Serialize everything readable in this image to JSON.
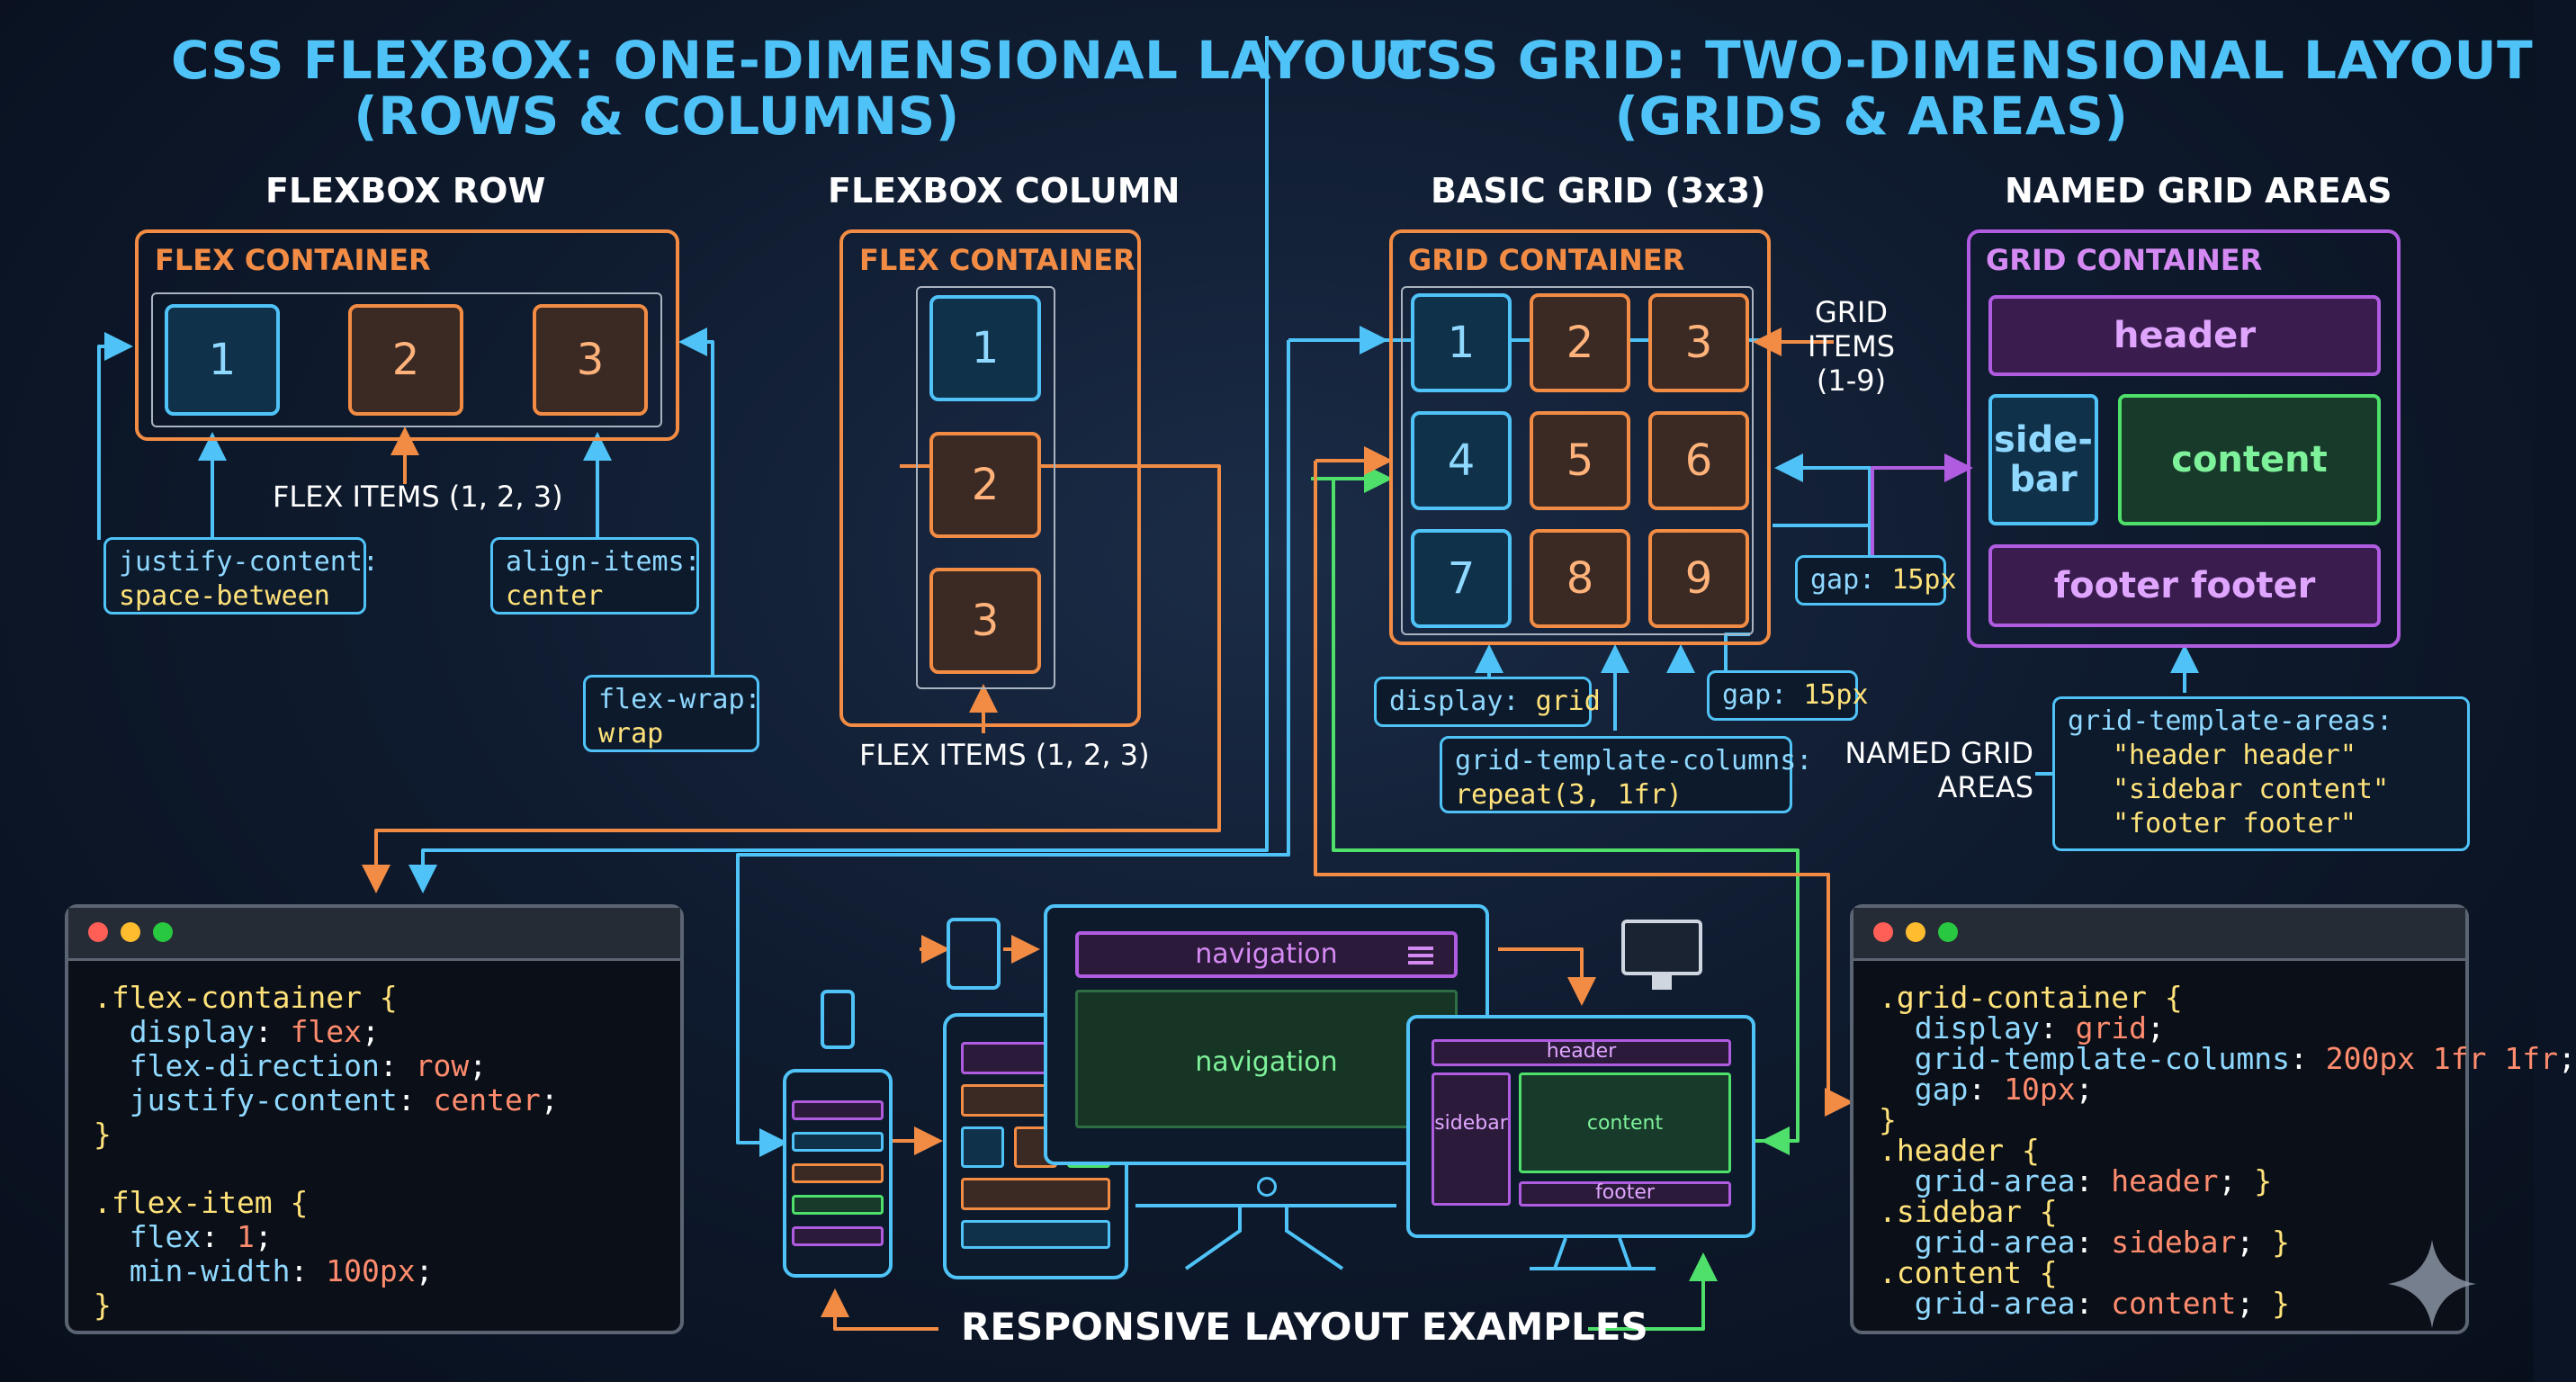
{
  "headings": {
    "flexbox": "CSS FLEXBOX: ONE-DIMENSIONAL LAYOUT\n(ROWS & COLUMNS)",
    "grid": "CSS GRID: TWO-DIMENSIONAL LAYOUT\n(GRIDS & AREAS)"
  },
  "flex_row": {
    "title": "FLEXBOX ROW",
    "container_label": "FLEX CONTAINER",
    "items": [
      "1",
      "2",
      "3"
    ],
    "items_label": "FLEX ITEMS (1, 2, 3)",
    "justify": {
      "prop": "justify-content:",
      "value": "space-between"
    },
    "align": {
      "prop": "align-items:",
      "value": "center"
    },
    "wrap": {
      "prop": "flex-wrap:",
      "value": "wrap"
    }
  },
  "flex_column": {
    "title": "FLEXBOX COLUMN",
    "container_label": "FLEX CONTAINER",
    "items": [
      "1",
      "2",
      "3"
    ],
    "items_label": "FLEX ITEMS (1, 2, 3)"
  },
  "basic_grid": {
    "title": "BASIC GRID (3x3)",
    "container_label": "GRID CONTAINER",
    "items": [
      "1",
      "2",
      "3",
      "4",
      "5",
      "6",
      "7",
      "8",
      "9"
    ],
    "items_label": "GRID\nITEMS\n(1-9)",
    "gap_right": {
      "prop": "gap:",
      "value": "15px"
    },
    "display": {
      "prop": "display:",
      "value": "grid"
    },
    "gap_bottom": {
      "prop": "gap:",
      "value": "15px"
    },
    "columns": {
      "prop": "grid-template-columns:",
      "value": "repeat(3, 1fr)"
    }
  },
  "named_areas": {
    "title": "NAMED GRID AREAS",
    "container_label": "GRID CONTAINER",
    "header": "header",
    "sidebar": "side-\nbar",
    "content": "content",
    "footer": "footer footer",
    "side_label": "NAMED GRID\nAREAS",
    "template": {
      "prop": "grid-template-areas:",
      "lines": [
        "\"header header\"",
        "\"sidebar content\"",
        "\"footer footer\""
      ]
    }
  },
  "responsive": {
    "label": "RESPONSIVE LAYOUT EXAMPLES",
    "monitor_nav": "navigation",
    "monitor_body": "navigation",
    "desktop_header": "header",
    "desktop_sidebar": "sidebar",
    "desktop_content": "content",
    "desktop_footer": "footer"
  },
  "code_flex": {
    "lines": [
      [
        [
          ".flex-container {",
          "cs"
        ]
      ],
      [
        [
          "  display",
          "ck"
        ],
        [
          ": ",
          "cp"
        ],
        [
          "flex",
          "cv"
        ],
        [
          ";",
          "cp"
        ]
      ],
      [
        [
          "  flex-direction",
          "ck"
        ],
        [
          ": ",
          "cp"
        ],
        [
          "row",
          "cv"
        ],
        [
          ";",
          "cp"
        ]
      ],
      [
        [
          "  justify-content",
          "ck"
        ],
        [
          ": ",
          "cp"
        ],
        [
          "center",
          "cv"
        ],
        [
          ";",
          "cp"
        ]
      ],
      [
        [
          "}",
          "cs"
        ]
      ],
      [
        [
          "",
          "cp"
        ]
      ],
      [
        [
          ".flex-item {",
          "cs"
        ]
      ],
      [
        [
          "  flex",
          "ck"
        ],
        [
          ": ",
          "cp"
        ],
        [
          "1",
          "cv"
        ],
        [
          ";",
          "cp"
        ]
      ],
      [
        [
          "  min-width",
          "ck"
        ],
        [
          ": ",
          "cp"
        ],
        [
          "100px",
          "cv"
        ],
        [
          ";",
          "cp"
        ]
      ],
      [
        [
          "}",
          "cs"
        ]
      ]
    ]
  },
  "code_grid": {
    "lines": [
      [
        [
          ".grid-container {",
          "cs"
        ]
      ],
      [
        [
          "  display",
          "ck"
        ],
        [
          ": ",
          "cp"
        ],
        [
          "grid",
          "cv"
        ],
        [
          ";",
          "cp"
        ]
      ],
      [
        [
          "  grid-template-columns",
          "ck"
        ],
        [
          ": ",
          "cp"
        ],
        [
          "200px 1fr 1fr",
          "cv"
        ],
        [
          ";",
          "cp"
        ]
      ],
      [
        [
          "  gap",
          "ck"
        ],
        [
          ": ",
          "cp"
        ],
        [
          "10px",
          "cv"
        ],
        [
          ";",
          "cp"
        ]
      ],
      [
        [
          "}",
          "cs"
        ]
      ],
      [
        [
          ".header {",
          "cs"
        ]
      ],
      [
        [
          "  grid-area",
          "ck"
        ],
        [
          ": ",
          "cp"
        ],
        [
          "header",
          "cv"
        ],
        [
          ";",
          "cp"
        ],
        [
          " }",
          "cs"
        ]
      ],
      [
        [
          ".sidebar {",
          "cs"
        ]
      ],
      [
        [
          "  grid-area",
          "ck"
        ],
        [
          ": ",
          "cp"
        ],
        [
          "sidebar",
          "cv"
        ],
        [
          ";",
          "cp"
        ],
        [
          " }",
          "cs"
        ]
      ],
      [
        [
          ".content {",
          "cs"
        ]
      ],
      [
        [
          "  grid-area",
          "ck"
        ],
        [
          ": ",
          "cp"
        ],
        [
          "content",
          "cv"
        ],
        [
          ";",
          "cp"
        ],
        [
          " }",
          "cs"
        ]
      ]
    ]
  },
  "colors": {
    "blue": "#4fc3f7",
    "orange": "#f28c45",
    "purple": "#b05ce0",
    "green": "#4ee06a"
  }
}
